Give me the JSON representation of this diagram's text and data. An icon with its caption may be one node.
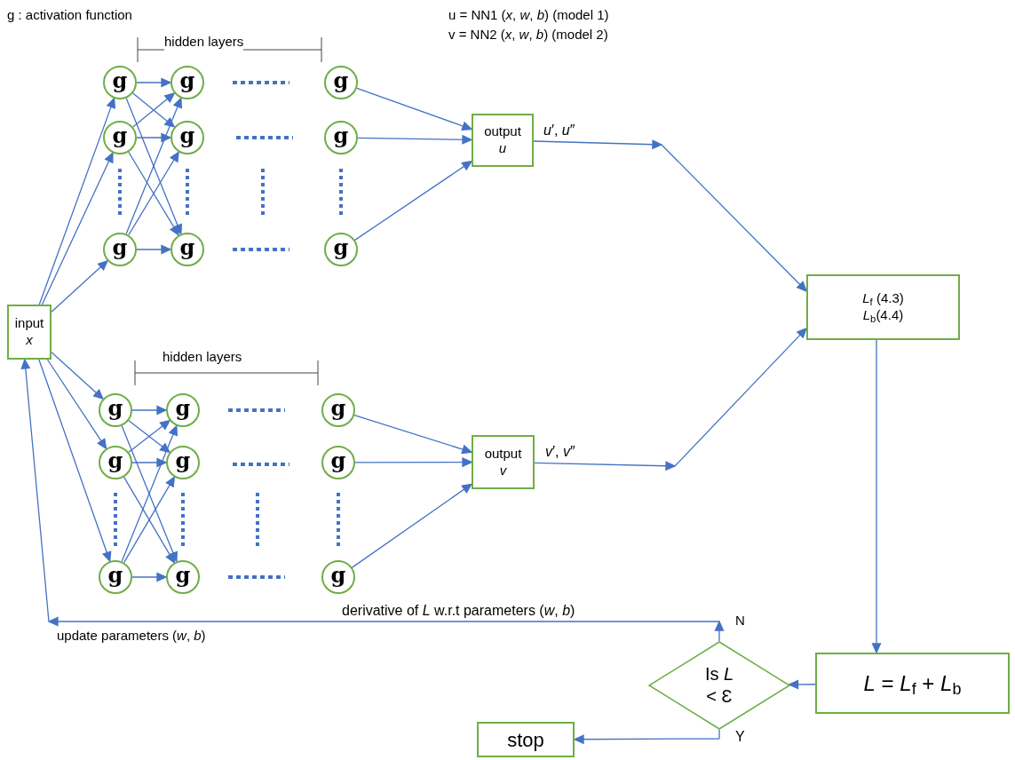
{
  "diagram": {
    "nodes": [
      {
        "text": [
          "input",
          "*x*"
        ]
      },
      {
        "text": [
          "g"
        ]
      },
      {
        "text": [
          "g"
        ]
      },
      {
        "text": [
          "g"
        ]
      },
      {
        "text": [
          "g"
        ]
      },
      {
        "text": [
          "g"
        ]
      },
      {
        "text": [
          "g"
        ]
      },
      {
        "text": [
          "g"
        ]
      },
      {
        "text": [
          "g"
        ]
      },
      {
        "text": [
          "g"
        ]
      },
      {
        "text": [
          "output",
          "*u*"
        ]
      },
      {
        "text": [
          "g"
        ]
      },
      {
        "text": [
          "g"
        ]
      },
      {
        "text": [
          "g"
        ]
      },
      {
        "text": [
          "g"
        ]
      },
      {
        "text": [
          "g"
        ]
      },
      {
        "text": [
          "g"
        ]
      },
      {
        "text": [
          "g"
        ]
      },
      {
        "text": [
          "g"
        ]
      },
      {
        "text": [
          "g"
        ]
      },
      {
        "text": [
          "output",
          "*v*"
        ]
      },
      {
        "text": [
          "*L*$_{f}$ (4.3)",
          "*L*$_{b}$(4.4)"
        ]
      },
      {
        "text": [
          "*L* = *L*$_{f}$ + *L*$_{b}$"
        ]
      },
      {
        "text": [
          "Is *L*",
          "< Ɛ"
        ]
      },
      {
        "text": [
          "stop"
        ]
      }
    ],
    "edges": [
      {
        "from": 0,
        "to": 1,
        "arrow": "to"
      },
      {
        "from": 0,
        "to": 2,
        "arrow": "to"
      },
      {
        "from": 0,
        "to": 3,
        "arrow": "to"
      },
      {
        "from": 1,
        "to": 4,
        "arrow": "to"
      },
      {
        "from": 1,
        "to": 5,
        "arrow": "to"
      },
      {
        "from": 1,
        "to": 6,
        "arrow": "to"
      },
      {
        "from": 2,
        "to": 4,
        "arrow": "to"
      },
      {
        "from": 2,
        "to": 5,
        "arrow": "to"
      },
      {
        "from": 2,
        "to": 6,
        "arrow": "to"
      },
      {
        "from": 3,
        "to": 4,
        "arrow": "to"
      },
      {
        "from": 3,
        "to": 5,
        "arrow": "to"
      },
      {
        "from": 3,
        "to": 6,
        "arrow": "to"
      },
      {
        "from": 7,
        "to": 10,
        "arrow": "to"
      },
      {
        "from": 8,
        "to": 10,
        "arrow": "to"
      },
      {
        "from": 9,
        "to": 10,
        "arrow": "to"
      },
      {
        "from": 10,
        "to": 21,
        "arrow": "to",
        "label": "*u*′, *u*″"
      },
      {
        "from": 0,
        "to": 11,
        "arrow": "to"
      },
      {
        "from": 0,
        "to": 12,
        "arrow": "to"
      },
      {
        "from": 0,
        "to": 13,
        "arrow": "to"
      },
      {
        "from": 11,
        "to": 14,
        "arrow": "to"
      },
      {
        "from": 11,
        "to": 15,
        "arrow": "to"
      },
      {
        "from": 11,
        "to": 16,
        "arrow": "to"
      },
      {
        "from": 12,
        "to": 14,
        "arrow": "to"
      },
      {
        "from": 12,
        "to": 15,
        "arrow": "to"
      },
      {
        "from": 12,
        "to": 16,
        "arrow": "to"
      },
      {
        "from": 13,
        "to": 14,
        "arrow": "to"
      },
      {
        "from": 13,
        "to": 15,
        "arrow": "to"
      },
      {
        "from": 13,
        "to": 16,
        "arrow": "to"
      },
      {
        "from": 17,
        "to": 20,
        "arrow": "to"
      },
      {
        "from": 18,
        "to": 20,
        "arrow": "to"
      },
      {
        "from": 19,
        "to": 20,
        "arrow": "to"
      },
      {
        "from": 20,
        "to": 21,
        "arrow": "to",
        "label": "*v*′, *v*″"
      },
      {
        "from": 21,
        "to": 22,
        "arrow": "to"
      },
      {
        "from": 22,
        "to": 23,
        "arrow": "to"
      },
      {
        "from": 23,
        "to": 24,
        "arrow": "to",
        "label": "Y"
      },
      {
        "from": 23,
        "to": 0,
        "arrow": "to",
        "label": "derivative of *L* w.r.t parameters (*w*, *b*)"
      }
    ],
    "labels": [
      "g : activation function",
      "u = NN1 (*x*, *w*, *b*) (model 1)",
      "v = NN2 (*x*, *w*, *b*) (model 2)",
      "hidden layers",
      "hidden layers",
      "update parameters (*w*, *b*)",
      "N"
    ]
  }
}
